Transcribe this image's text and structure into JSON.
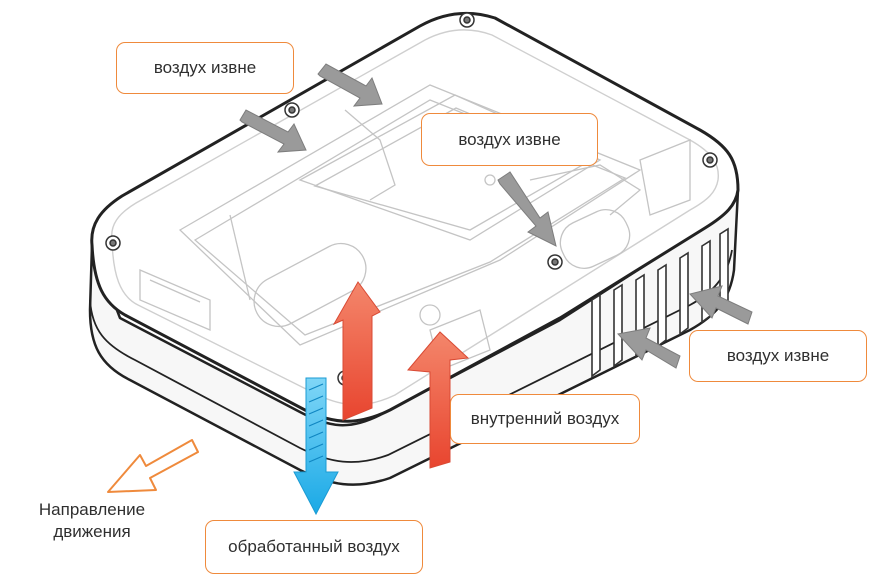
{
  "callouts": {
    "outside_air_top": "воздух извне",
    "outside_air_center": "воздух извне",
    "outside_air_right": "воздух извне",
    "internal_air": "внутренний воздух",
    "treated_air": "обработанный воздух"
  },
  "direction": {
    "line1": "Направление",
    "line2": "движения"
  },
  "colors": {
    "callout_border": "#ef8a3c",
    "outside_air_arrow": "#9a9a9a",
    "internal_air_arrow": "#ee6a50",
    "treated_air_arrow": "#29b6ec",
    "direction_arrow": "#ef8a3c",
    "housing_outline": "#222222",
    "internal_parts": "#c4c4c4"
  }
}
